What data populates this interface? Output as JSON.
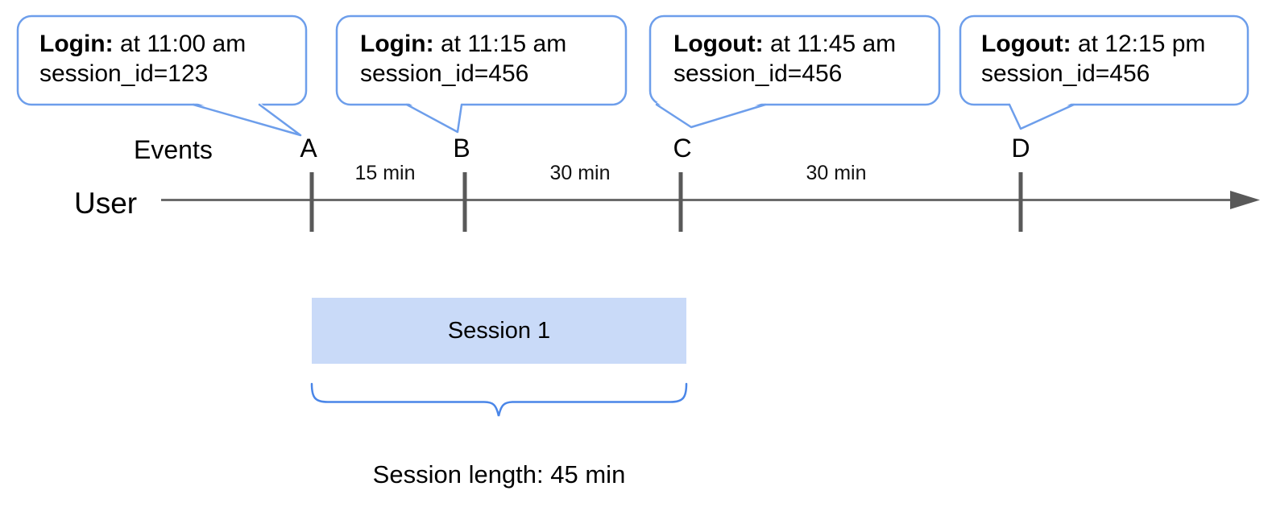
{
  "timeline": {
    "events_row_label": "Events",
    "axis_label": "User",
    "intervals": [
      "15 min",
      "30 min",
      "30 min"
    ]
  },
  "callouts": [
    {
      "title": "Login:",
      "time": "at 11:00 am",
      "session": "session_id=123",
      "event": "A"
    },
    {
      "title": "Login:",
      "time": "at 11:15 am",
      "session": "session_id=456",
      "event": "B"
    },
    {
      "title": "Logout:",
      "time": "at 11:45 am",
      "session": "session_id=456",
      "event": "C"
    },
    {
      "title": "Logout:",
      "time": "at 12:15 pm",
      "session": "session_id=456",
      "event": "D"
    }
  ],
  "session": {
    "label": "Session 1",
    "caption": "Session length: 45 min"
  },
  "colors": {
    "callout_border": "#6d9eeb",
    "brace": "#4a86e8",
    "session_fill": "#c9daf8",
    "timeline_line": "#6b6b6b",
    "tick": "#595959"
  }
}
